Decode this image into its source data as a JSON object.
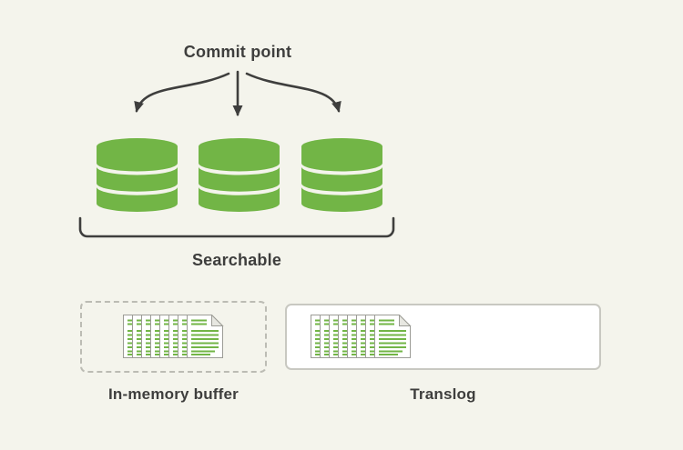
{
  "labels": {
    "commit_point": "Commit point",
    "searchable": "Searchable",
    "in_memory_buffer": "In-memory buffer",
    "translog": "Translog"
  },
  "colors": {
    "background": "#f4f4ec",
    "green": "#72b546",
    "ink": "#3e3e3d",
    "box_border": "#c8c8c1",
    "dashed_border": "#bcbcb4",
    "doc_border": "#9c9c96",
    "doc_fold": "#e7e7e1",
    "white": "#ffffff"
  },
  "icons": {
    "segment": "database-cylinder-icon",
    "documents": "document-stack-icon",
    "arrows": "fan-arrows-icon",
    "bracket": "bottom-bracket-icon"
  },
  "structure": {
    "segment_count": 3,
    "docs_per_stack": 8
  }
}
